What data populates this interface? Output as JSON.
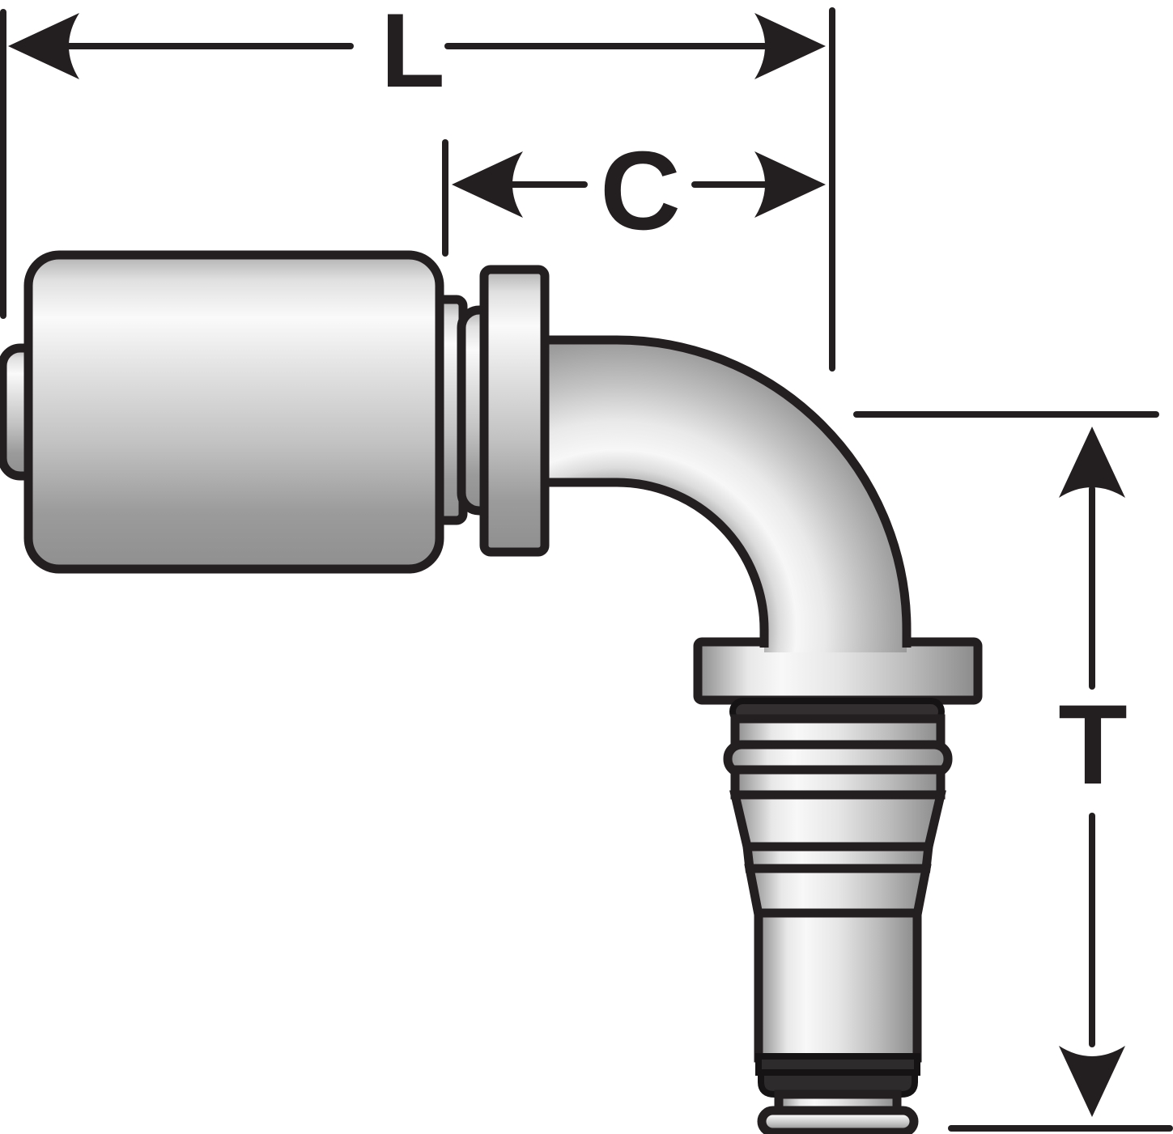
{
  "diagram": {
    "subject": "90-degree hose end fitting, side view technical line drawing",
    "background": "#ffffff",
    "outline_color": "#231f20",
    "metal_colors": {
      "highlight": "#f8f8f8",
      "mid": "#cdcdcd",
      "shadow": "#8a8a8a"
    },
    "seal_color": "#2e2b2c",
    "dimensions": {
      "L": {
        "label": "L",
        "orientation": "horizontal"
      },
      "C": {
        "label": "C",
        "orientation": "horizontal"
      },
      "T": {
        "label": "T",
        "orientation": "vertical"
      }
    },
    "parts": [
      "hose-nipple",
      "crimp-ferrule",
      "step-ring",
      "collar-ring",
      "mounting-flange",
      "elbow-tube",
      "port-flange",
      "o-ring-seal",
      "stepped-stem",
      "seal-band",
      "pilot-cap"
    ]
  }
}
